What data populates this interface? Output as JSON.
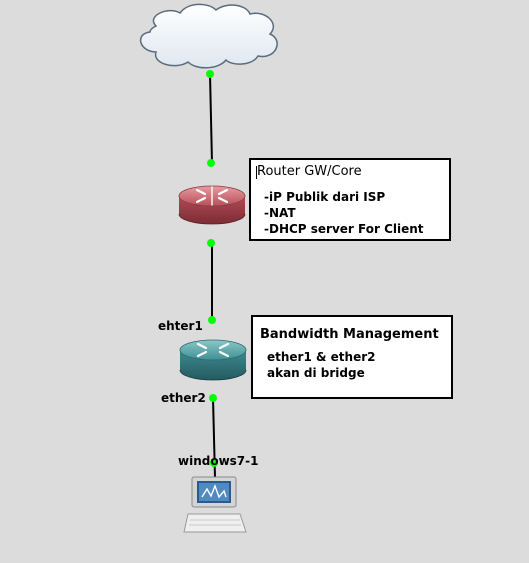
{
  "nodes": {
    "internet": {
      "icon": "cloud-icon"
    },
    "router_core": {
      "icon": "router-icon",
      "color": "#c0606a",
      "note": {
        "title": "Router GW/Core",
        "lines": [
          "-iP Publik dari ISP",
          "-NAT",
          "-DHCP server For Client"
        ]
      }
    },
    "bandwidth_router": {
      "icon": "router-icon",
      "color": "#3f8f94",
      "interfaces": {
        "top": "ehter1",
        "bottom": "ether2"
      },
      "note": {
        "title": "Bandwidth Management",
        "lines": [
          "ether1 & ether2",
          "akan di bridge"
        ]
      }
    },
    "client": {
      "icon": "computer-icon",
      "label": "windows7-1"
    }
  },
  "colors": {
    "background": "#dcdcdc",
    "link": "#000000",
    "link_up": "#00ff00"
  }
}
